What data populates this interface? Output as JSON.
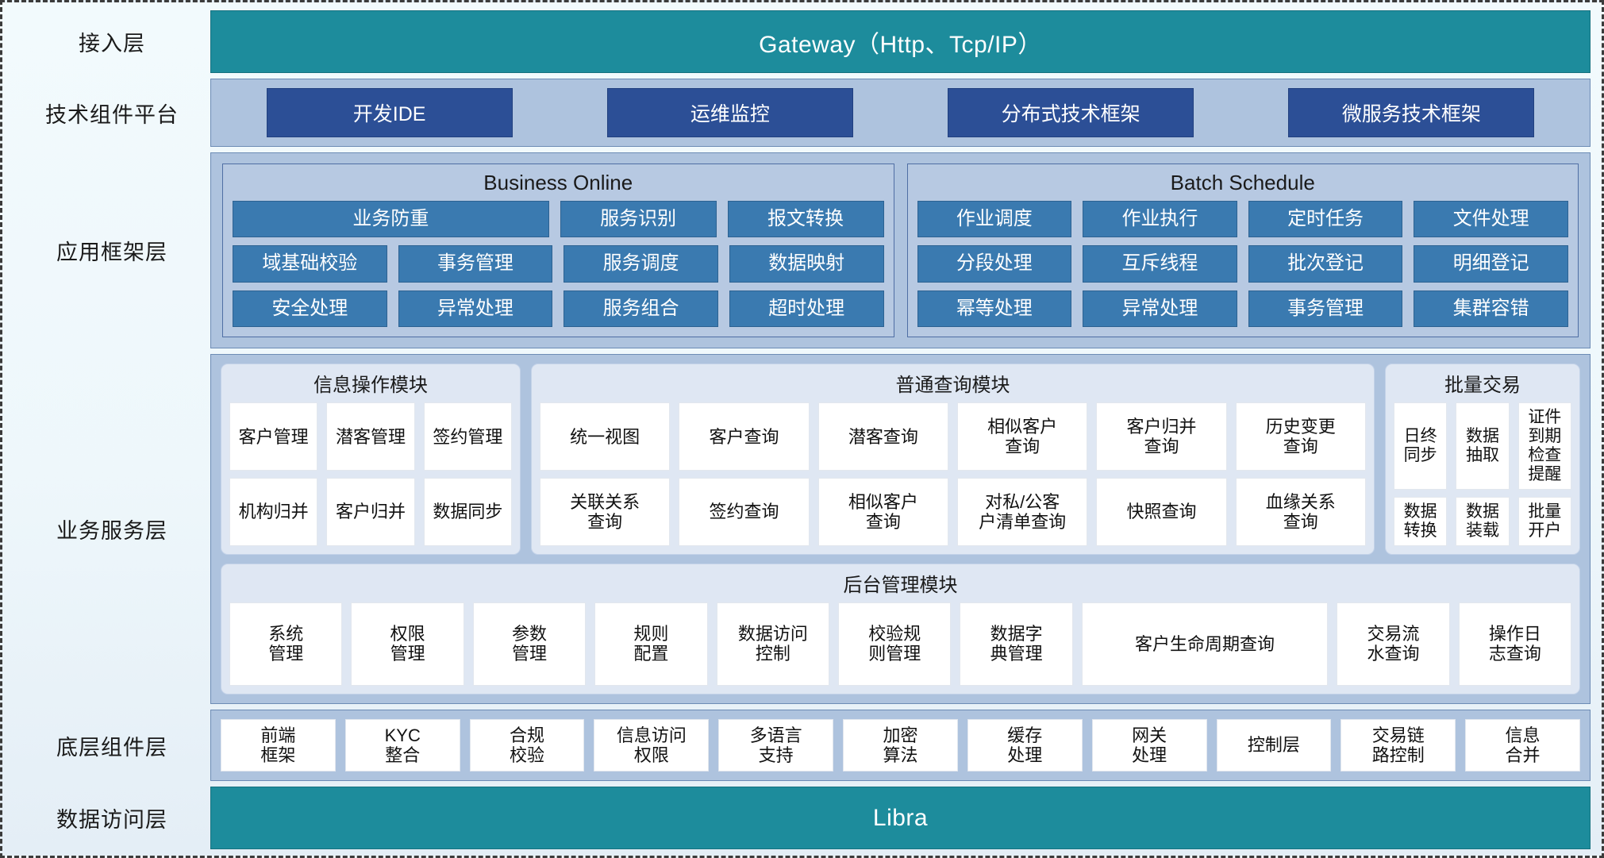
{
  "layers": [
    {
      "label": "接入层"
    },
    {
      "label": "技术组件平台"
    },
    {
      "label": "应用框架层"
    },
    {
      "label": "业务服务层"
    },
    {
      "label": "底层组件层"
    },
    {
      "label": "数据访问层"
    }
  ],
  "access_layer": {
    "title": "Gateway（Http、Tcp/IP）"
  },
  "tech_platform": {
    "items": [
      "开发IDE",
      "运维监控",
      "分布式技术框架",
      "微服务技术框架"
    ]
  },
  "app_framework": {
    "groups": [
      {
        "title": "Business Online",
        "rows": [
          [
            "业务防重",
            "服务识别",
            "报文转换"
          ],
          [
            "域基础校验",
            "事务管理",
            "服务调度",
            "数据映射"
          ],
          [
            "安全处理",
            "异常处理",
            "服务组合",
            "超时处理"
          ]
        ]
      },
      {
        "title": "Batch Schedule",
        "rows": [
          [
            "作业调度",
            "作业执行",
            "定时任务",
            "文件处理"
          ],
          [
            "分段处理",
            "互斥线程",
            "批次登记",
            "明细登记"
          ],
          [
            "幂等处理",
            "异常处理",
            "事务管理",
            "集群容错"
          ]
        ]
      }
    ]
  },
  "business_service": {
    "modules": [
      {
        "title": "信息操作模块",
        "rows": [
          [
            "客户管理",
            "潜客管理",
            "签约管理"
          ],
          [
            "机构归并",
            "客户归并",
            "数据同步"
          ]
        ]
      },
      {
        "title": "普通查询模块",
        "rows": [
          [
            "统一视图",
            "客户查询",
            "潜客查询",
            "相似客户\n查询",
            "客户归并\n查询",
            "历史变更\n查询"
          ],
          [
            "关联关系\n查询",
            "签约查询",
            "相似客户\n查询",
            "对私/公客\n户清单查询",
            "快照查询",
            "血缘关系\n查询"
          ]
        ]
      },
      {
        "title": "批量交易",
        "rows": [
          [
            "日终\n同步",
            "数据\n抽取",
            "证件到期\n检查提醒"
          ],
          [
            "数据\n转换",
            "数据\n装载",
            "批量\n开户"
          ]
        ]
      }
    ],
    "admin_module": {
      "title": "后台管理模块",
      "cells": [
        "系统\n管理",
        "权限\n管理",
        "参数\n管理",
        "规则\n配置",
        "数据访问\n控制",
        "校验规\n则管理",
        "数据字\n典管理",
        "客户生命周期查询",
        "交易流\n水查询",
        "操作日\n志查询"
      ]
    }
  },
  "bottom_components": {
    "items": [
      "前端\n框架",
      "KYC\n整合",
      "合规\n校验",
      "信息访问\n权限",
      "多语言\n支持",
      "加密\n算法",
      "缓存\n处理",
      "网关\n处理",
      "控制层",
      "交易链\n路控制",
      "信息\n合并"
    ]
  },
  "data_layer": {
    "title": "Libra"
  },
  "colors": {
    "teal": "#1d8c9c",
    "panel": "#aec3de",
    "dark_chip": "#2c4f96",
    "blue_chip": "#3a7ab0",
    "module_bg": "#dfe7f3",
    "cell_bg": "#ffffff"
  }
}
